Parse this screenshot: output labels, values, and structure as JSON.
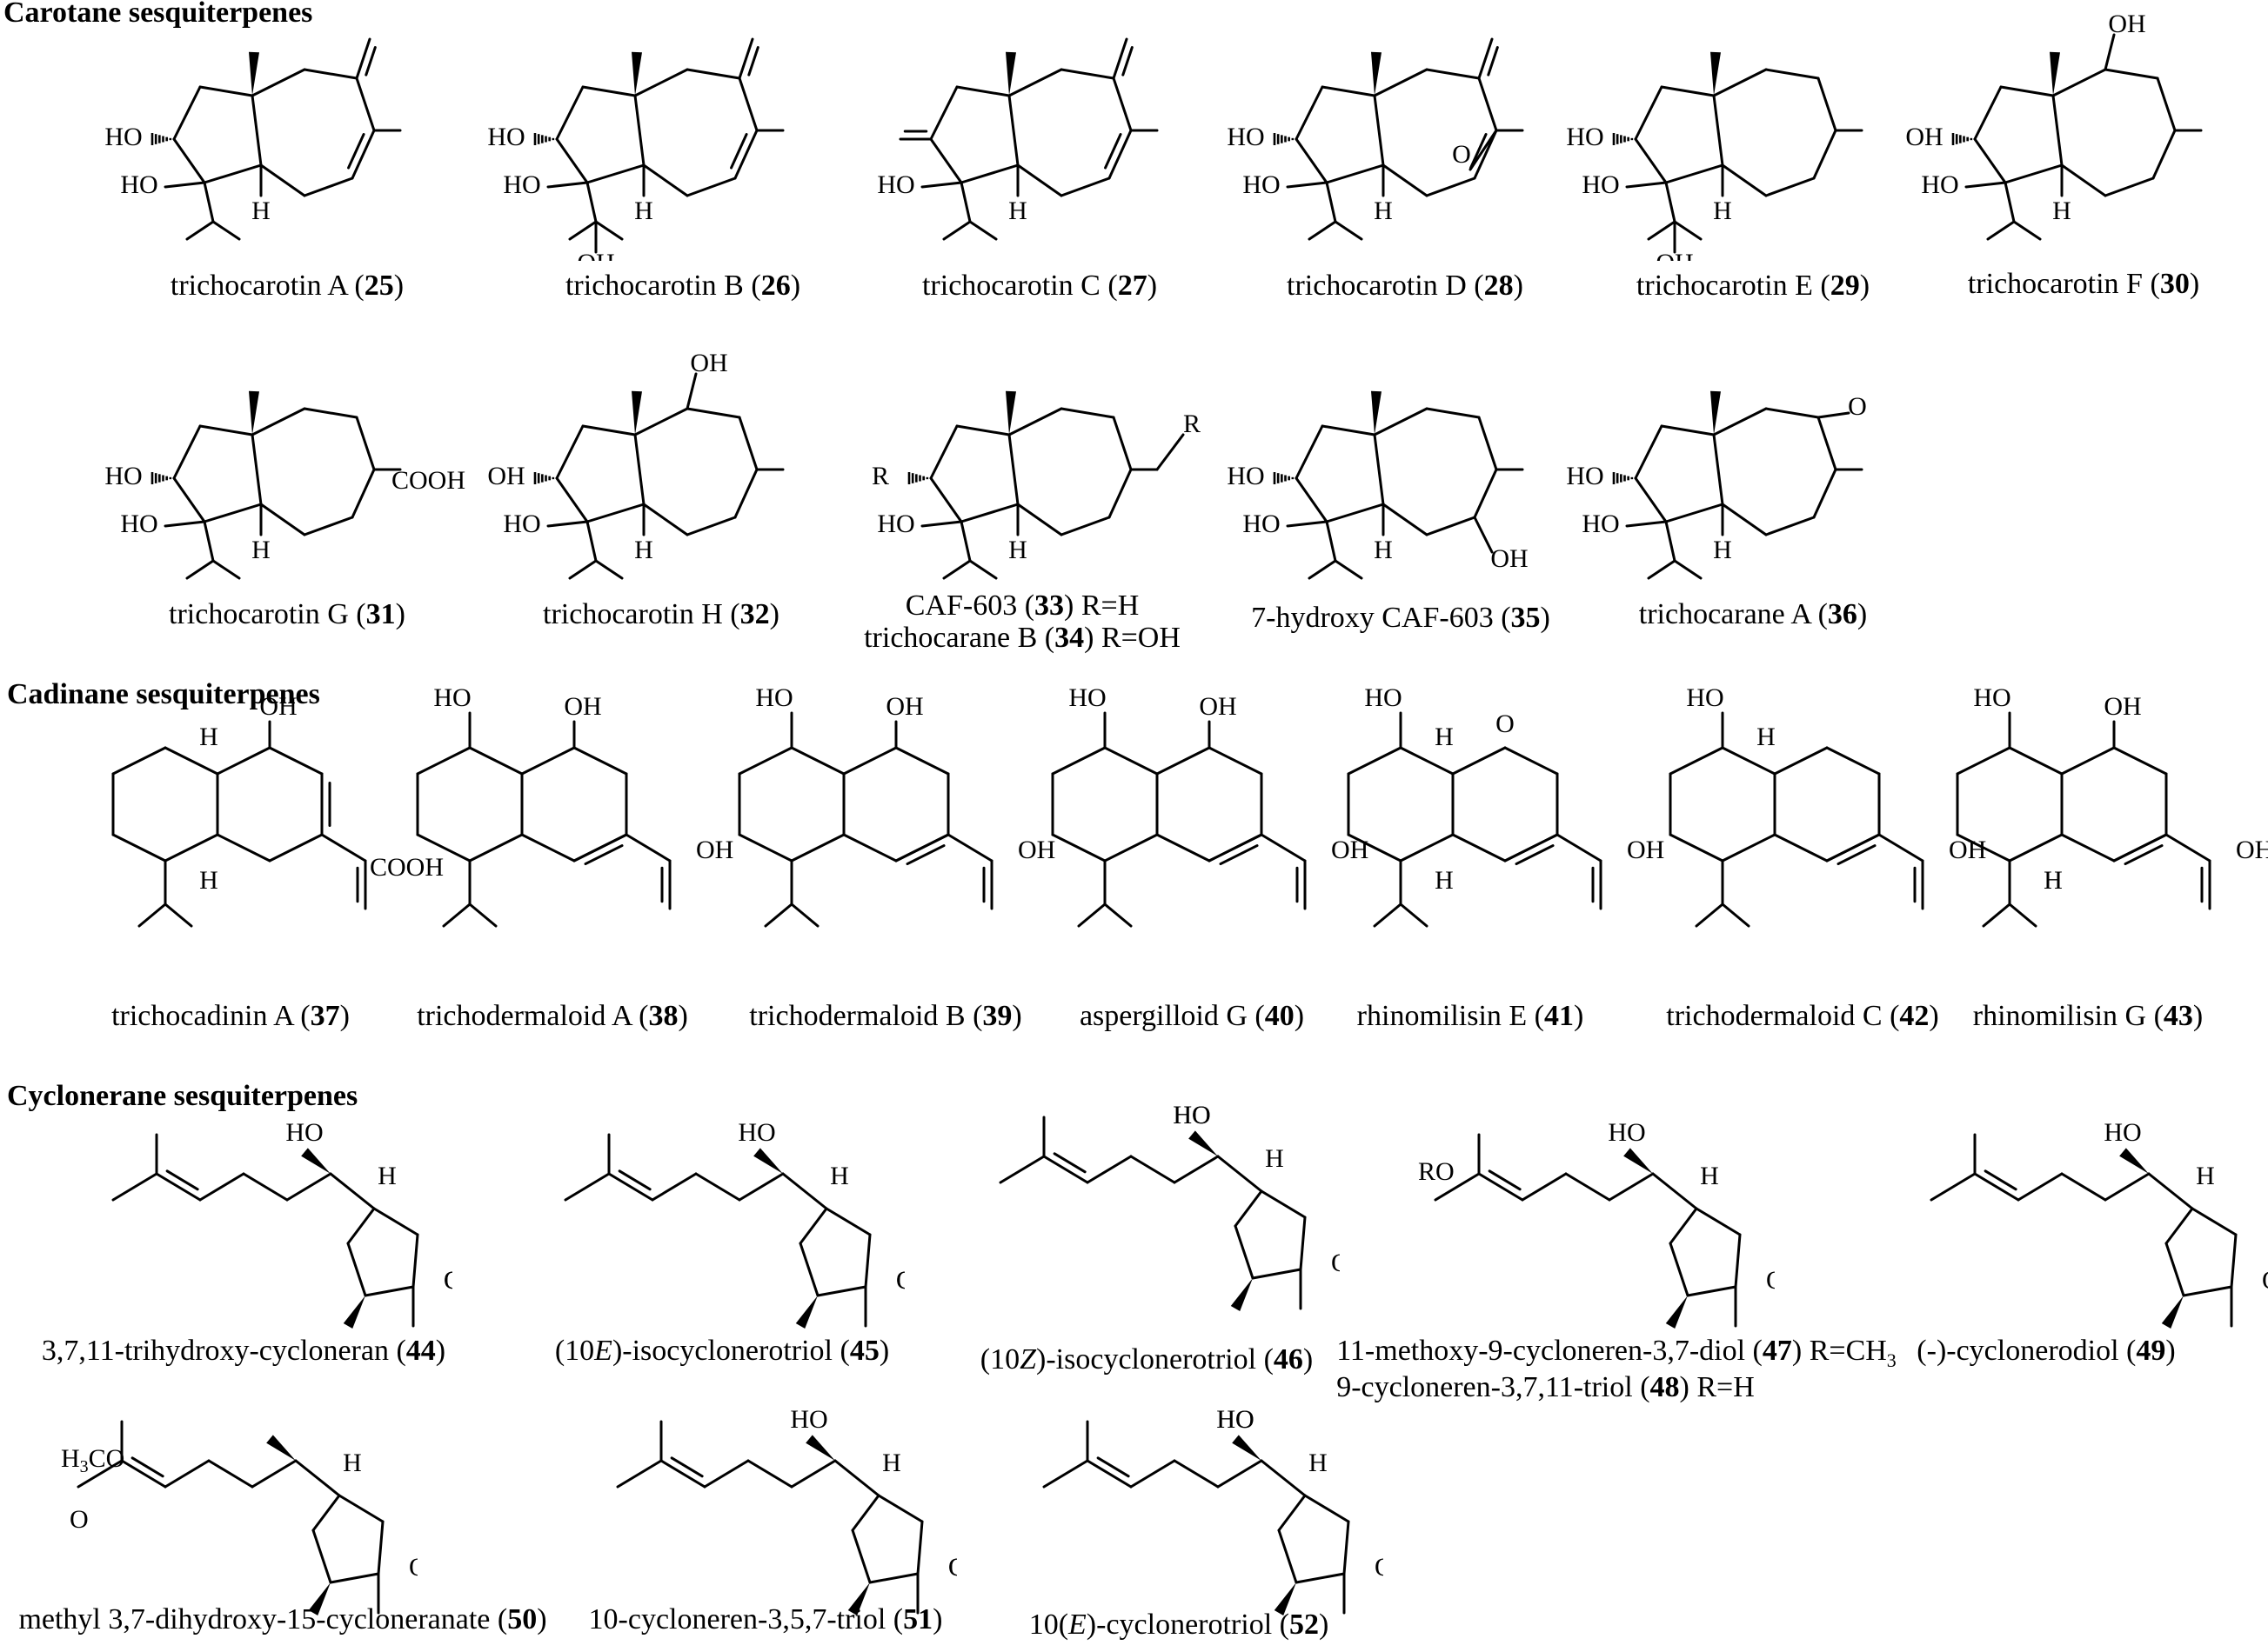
{
  "sections": [
    {
      "title": "Carotane sesquiterpenes"
    },
    {
      "title": "Cadinane sesquiterpenes"
    },
    {
      "title": "Cyclonerane sesquiterpenes"
    }
  ],
  "compounds": [
    {
      "name": "trichocarotin A",
      "num": "25",
      "class": "carotane",
      "labels": [
        "HO",
        "HO",
        "H"
      ]
    },
    {
      "name": "trichocarotin B",
      "num": "26",
      "class": "carotane",
      "labels": [
        "HO",
        "HO",
        "H",
        "OH"
      ]
    },
    {
      "name": "trichocarotin C",
      "num": "27",
      "class": "carotane",
      "labels": [
        "HO",
        "H"
      ]
    },
    {
      "name": "trichocarotin D",
      "num": "28",
      "class": "carotane",
      "labels": [
        "HO",
        "HO",
        "H",
        "O"
      ]
    },
    {
      "name": "trichocarotin E",
      "num": "29",
      "class": "carotane",
      "labels": [
        "HO",
        "HO",
        "H",
        "OH"
      ]
    },
    {
      "name": "trichocarotin F",
      "num": "30",
      "class": "carotane",
      "labels": [
        "OH",
        "HO",
        "HO",
        "H"
      ]
    },
    {
      "name": "trichocarotin G",
      "num": "31",
      "class": "carotane",
      "labels": [
        "HO",
        "HO",
        "H",
        "COOH"
      ]
    },
    {
      "name": "trichocarotin H",
      "num": "32",
      "class": "carotane",
      "labels": [
        "OH",
        "HO",
        "HO",
        "H"
      ]
    },
    {
      "name": "CAF-603",
      "num": "33",
      "suffix": " R=H",
      "line2_name": "trichocarane B",
      "line2_num": "34",
      "line2_suffix": " R=OH",
      "class": "carotane",
      "labels": [
        "R",
        "HO",
        "HO",
        "H"
      ]
    },
    {
      "name": "7-hydroxy CAF-603",
      "num": "35",
      "class": "carotane",
      "labels": [
        "HO",
        "HO",
        "H",
        "OH"
      ]
    },
    {
      "name": "trichocarane A",
      "num": "36",
      "class": "carotane",
      "labels": [
        "HO",
        "HO",
        "H",
        "O"
      ]
    },
    {
      "name": "trichocadinin A",
      "num": "37",
      "class": "cadinane",
      "labels": [
        "OH",
        "H",
        "H",
        "COOH"
      ]
    },
    {
      "name": "trichodermaloid A",
      "num": "38",
      "class": "cadinane",
      "labels": [
        "HO",
        "OH",
        "OH"
      ]
    },
    {
      "name": "trichodermaloid B",
      "num": "39",
      "class": "cadinane",
      "labels": [
        "HO",
        "OH",
        "OH"
      ]
    },
    {
      "name": "aspergilloid G",
      "num": "40",
      "class": "cadinane",
      "labels": [
        "HO",
        "OH",
        "OH"
      ]
    },
    {
      "name": "rhinomilisin E",
      "num": "41",
      "class": "cadinane",
      "labels": [
        "HO",
        "H",
        "O",
        "H",
        "OH"
      ]
    },
    {
      "name": "trichodermaloid C",
      "num": "42",
      "class": "cadinane",
      "labels": [
        "HO",
        "H",
        "OH"
      ]
    },
    {
      "name": "rhinomilisin G",
      "num": "43",
      "class": "cadinane",
      "labels": [
        "HO",
        "OH",
        "H",
        "H",
        "OH"
      ]
    },
    {
      "name": "3,7,11-trihydroxy-cycloneran",
      "num": "44",
      "class": "cyclonerane",
      "labels": [
        "HO",
        "OH",
        "OH",
        "H"
      ]
    },
    {
      "name": "(10",
      "italic": "E",
      "name_after": ")-isocyclonerotriol",
      "num": "45",
      "class": "cyclonerane",
      "labels": [
        "HO",
        "H",
        "OH",
        "OH"
      ]
    },
    {
      "name": "(10",
      "italic": "Z",
      "name_after": ")-isocyclonerotriol",
      "num": "46",
      "class": "cyclonerane",
      "labels": [
        "HO",
        "HO",
        "H",
        "OH"
      ]
    },
    {
      "name": "11-methoxy-9-cycloneren-3,7-diol",
      "num": "47",
      "suffix": " R=CH",
      "suffix_sub": "3",
      "line2_name": "9-cycloneren-3,7,11-triol",
      "line2_num": "48",
      "line2_suffix": " R=H",
      "class": "cyclonerane",
      "labels": [
        "RO",
        "HO",
        "H",
        "OH"
      ]
    },
    {
      "name": "(-)-cyclonerodiol",
      "num": "49",
      "class": "cyclonerane",
      "labels": [
        "HO",
        "H",
        "OH"
      ]
    },
    {
      "name": "methyl 3,7-dihydroxy-15-cycloneranate",
      "num": "50",
      "class": "cyclonerane",
      "labels": [
        "H3CO",
        "O",
        "HO",
        "H",
        "OH"
      ]
    },
    {
      "name": "10-cycloneren-3,5,7-triol",
      "num": "51",
      "class": "cyclonerane",
      "labels": [
        "HO",
        "H",
        "OH",
        "OH"
      ]
    },
    {
      "name": "10(",
      "italic": "E",
      "name_after": ")-cyclonerotriol",
      "num": "52",
      "class": "cyclonerane",
      "labels": [
        "HO",
        "HO",
        "H",
        "OH"
      ]
    }
  ]
}
